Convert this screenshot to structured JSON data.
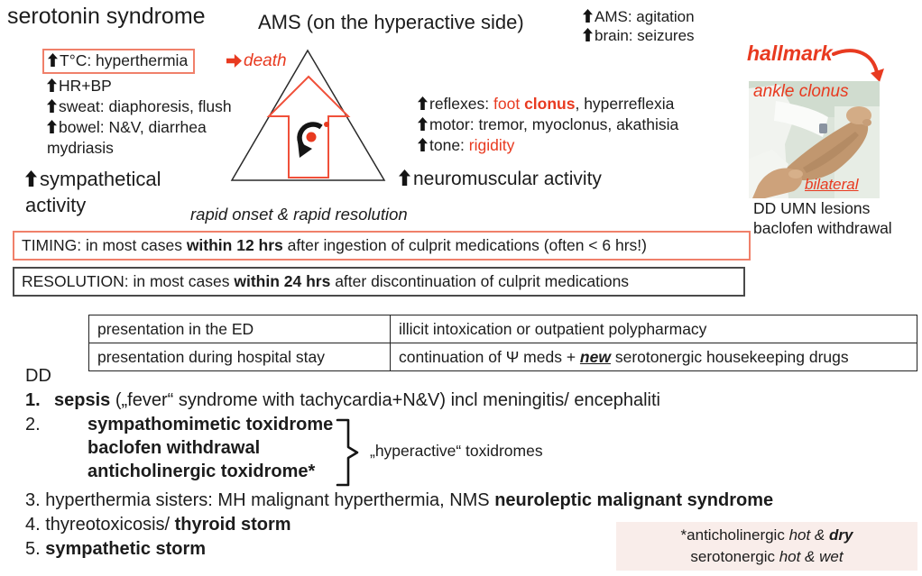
{
  "colors": {
    "red": "#e83a20",
    "salmon_border": "#f0806a",
    "pink_bg": "#f9edea",
    "ink": "#1c1c1c"
  },
  "header": {
    "title": "serotonin syndrome",
    "ams_heading": "AMS (on the hyperactive side)",
    "ams_item1": "AMS: agitation",
    "ams_item2": "brain: seizures"
  },
  "hallmark_label": "hallmark",
  "photo": {
    "label_top": "ankle clonus",
    "label_bottom": "bilateral",
    "dd_line1": "DD UMN lesions",
    "dd_line2": "baclofen withdrawal"
  },
  "sympathetic": {
    "boxed": "T°C: hyperthermia",
    "death": "death",
    "item_hr": "HR+BP",
    "item_sweat": "sweat: diaphoresis, flush",
    "item_bowel": "bowel: N&V, diarrhea",
    "item_mydriasis": "mydriasis",
    "label1": "sympathetical",
    "label2": "activity"
  },
  "neuromuscular": {
    "reflexes_prefix": "reflexes: ",
    "reflexes_red": "foot ",
    "reflexes_red_bold": "clonus",
    "reflexes_suffix": ", hyperreflexia",
    "motor": "motor: tremor, myoclonus, akathisia",
    "tone_prefix": "tone: ",
    "tone_red": "rigidity",
    "label": "neuromuscular activity"
  },
  "triangle_caption": "rapid onset & rapid resolution",
  "timing": {
    "prefix": "TIMING: in most cases ",
    "bold": "within 12 hrs",
    "suffix": " after ingestion of culprit medications (often < 6 hrs!)"
  },
  "resolution": {
    "prefix": "RESOLUTION: in most cases ",
    "bold": "within 24 hrs",
    "suffix": " after discontinuation of culprit medications"
  },
  "table": {
    "row1_col1": "presentation in the ED",
    "row1_col2": "illicit intoxication or outpatient polypharmacy",
    "row2_col1": "presentation during hospital stay",
    "row2_col2_prefix": "continuation of Ψ meds + ",
    "row2_col2_new": "new",
    "row2_col2_suffix": " serotonergic housekeeping drugs"
  },
  "dd": {
    "heading": "DD",
    "i1_num": "1.",
    "i1_bold": "sepsis",
    "i1_rest": " („fever“ syndrome with tachycardia+N&V) incl meningitis/ encephaliti",
    "i2_num": "2.",
    "i2_line1": "sympathomimetic toxidrome",
    "i2_line2": "baclofen withdrawal",
    "i2_line3": "anticholinergic toxidrome*",
    "i2_brace_label": "„hyperactive“ toxidromes",
    "i3_num": "3. ",
    "i3_text": "hyperthermia sisters: MH malignant hyperthermia, NMS ",
    "i3_bold": "neuroleptic malignant syndrome",
    "i4_num": "4. ",
    "i4_text": "thyreotoxicosis/ ",
    "i4_bold": "thyroid storm",
    "i5_num": "5. ",
    "i5_bold": "sympathetic storm"
  },
  "footnote": {
    "l1_prefix": "*anticholinergic ",
    "l1_italic": "hot & ",
    "l1_bold_italic": "dry",
    "l2_prefix": "serotonergic ",
    "l2_italic": "hot & wet"
  }
}
